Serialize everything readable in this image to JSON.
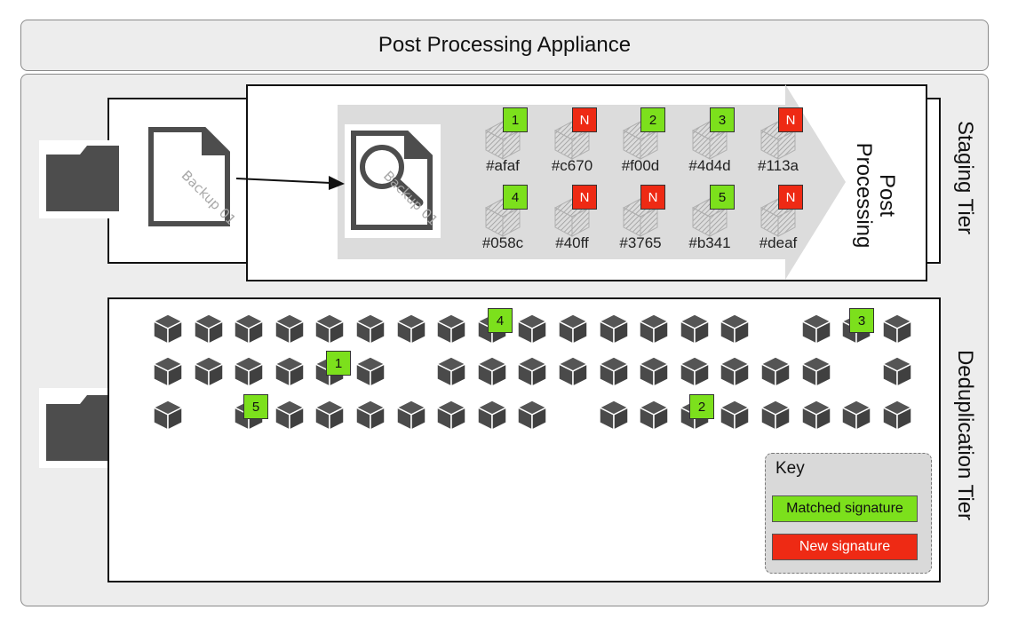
{
  "title": "Post Processing Appliance",
  "tiers": {
    "staging": "Staging Tier",
    "deduplication": "Deduplication Tier"
  },
  "post_processing_label_line1": "Post",
  "post_processing_label_line2": "Processing",
  "backup_label": "Backup 01",
  "chunks": [
    {
      "hash": "#afaf",
      "badge": "1",
      "matched": true
    },
    {
      "hash": "#c670",
      "badge": "N",
      "matched": false
    },
    {
      "hash": "#f00d",
      "badge": "2",
      "matched": true
    },
    {
      "hash": "#4d4d",
      "badge": "3",
      "matched": true
    },
    {
      "hash": "#113a",
      "badge": "N",
      "matched": false
    },
    {
      "hash": "#058c",
      "badge": "4",
      "matched": true
    },
    {
      "hash": "#40ff",
      "badge": "N",
      "matched": false
    },
    {
      "hash": "#3765",
      "badge": "N",
      "matched": false
    },
    {
      "hash": "#b341",
      "badge": "5",
      "matched": true
    },
    {
      "hash": "#deaf",
      "badge": "N",
      "matched": false
    }
  ],
  "dedup_badges": [
    "1",
    "2",
    "3",
    "4",
    "5"
  ],
  "key": {
    "title": "Key",
    "matched": "Matched signature",
    "new": "New signature"
  },
  "colors": {
    "matched": "#7ce01c",
    "new": "#ee2a14",
    "cube": "#4d4d4d",
    "panel": "#ededed"
  }
}
